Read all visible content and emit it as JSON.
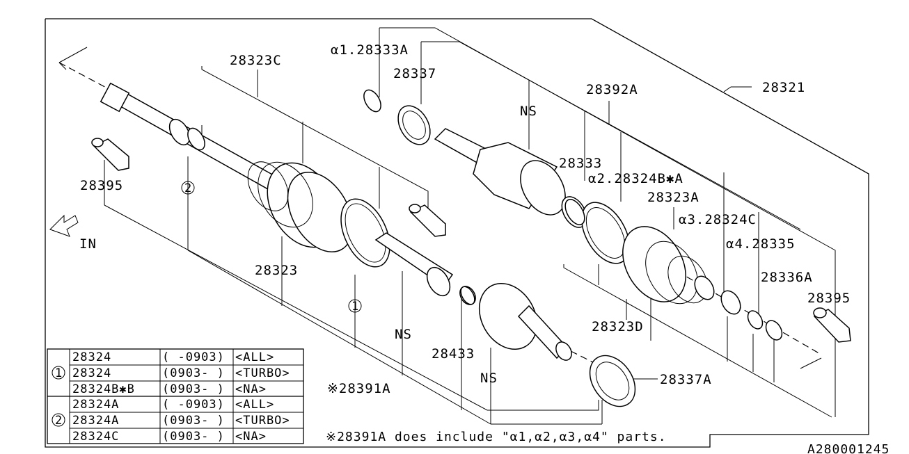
{
  "callouts": {
    "c28323C": "28323C",
    "a1_28333A": "α1.28333A",
    "c28337": "28337",
    "c28321": "28321",
    "c28392A": "28392A",
    "ns_top": "NS",
    "c28333": "28333",
    "a2_28324BA": "α2.28324B✱A",
    "c28323A": "28323A",
    "a3_28324C": "α3.28324C",
    "a4_28335": "α4.28335",
    "c28336A": "28336A",
    "c28395_right": "28395",
    "c28395_left": "28395",
    "c28323": "28323",
    "c28323D": "28323D",
    "ns_mid": "NS",
    "c28433": "28433",
    "ns_low": "NS",
    "c28337A": "28337A",
    "s28391A": "※28391A",
    "circle1": "1",
    "circle2": "2",
    "in_label": "IN"
  },
  "table": {
    "group1_marker": "1",
    "group2_marker": "2",
    "rows": [
      {
        "part": "28324",
        "date": "( -0903)",
        "spec": "<ALL>"
      },
      {
        "part": "28324",
        "date": "(0903- )",
        "spec": "<TURBO>"
      },
      {
        "part": "28324B✱B",
        "date": "(0903- )",
        "spec": "<NA>"
      },
      {
        "part": "28324A",
        "date": "( -0903)",
        "spec": "<ALL>"
      },
      {
        "part": "28324A",
        "date": "(0903- )",
        "spec": "<TURBO>"
      },
      {
        "part": "28324C",
        "date": "(0903- )",
        "spec": "<NA>"
      }
    ]
  },
  "footnote": "※28391A does include \"α1,α2,α3,α4\" parts.",
  "diagram_code": "A280001245"
}
